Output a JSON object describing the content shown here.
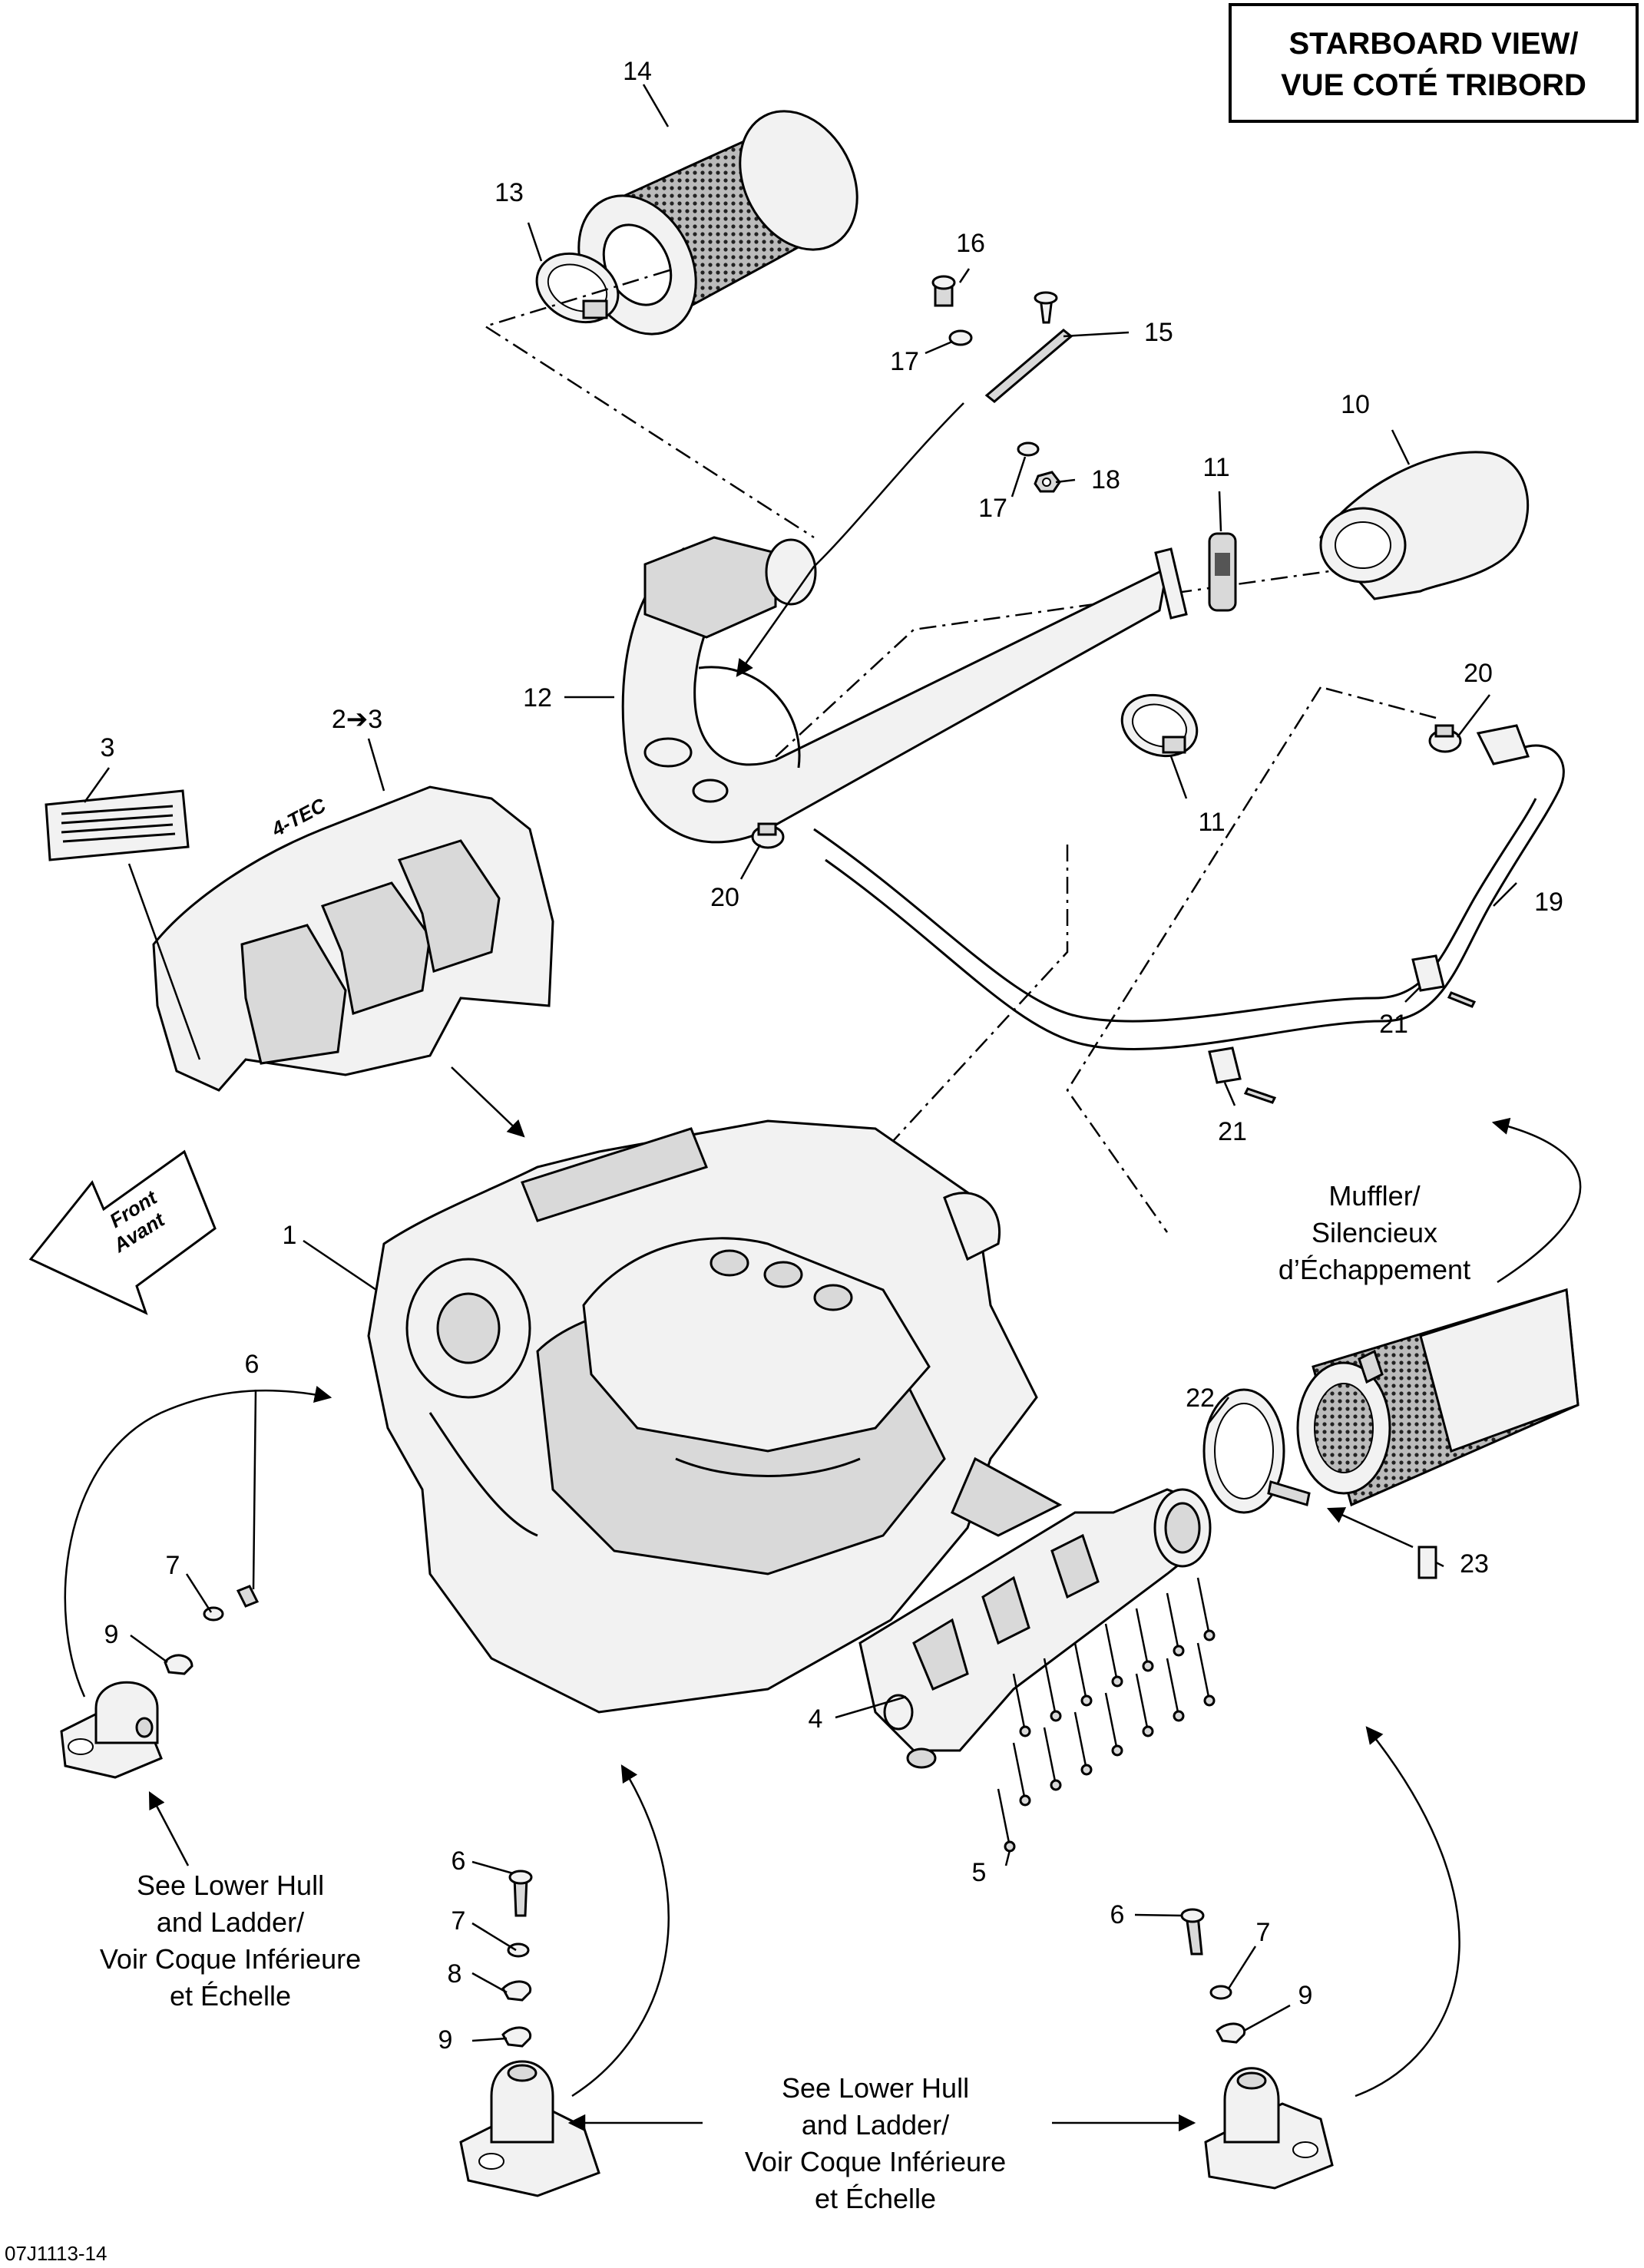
{
  "title_box": {
    "line1": "STARBOARD VIEW/",
    "line2": "VUE COTÉ TRIBORD"
  },
  "drawing_code": "07J1113-14",
  "front_arrow": {
    "line1": "Front",
    "line2": "Avant"
  },
  "callouts": {
    "c1": "1",
    "c2to3": "2➔3",
    "c3": "3",
    "c4": "4",
    "c5": "5",
    "c6a": "6",
    "c6b": "6",
    "c6c": "6",
    "c7a": "7",
    "c7b": "7",
    "c7c": "7",
    "c8": "8",
    "c9a": "9",
    "c9b": "9",
    "c9c": "9",
    "c10": "10",
    "c11a": "11",
    "c11b": "11",
    "c12": "12",
    "c13": "13",
    "c14": "14",
    "c15": "15",
    "c16": "16",
    "c17a": "17",
    "c17b": "17",
    "c18": "18",
    "c19": "19",
    "c20a": "20",
    "c20b": "20",
    "c21a": "21",
    "c21b": "21",
    "c22": "22",
    "c23": "23"
  },
  "notes": {
    "muffler": [
      "Muffler/",
      "Silencieux",
      "d’Échappement"
    ],
    "lower_hull_left": [
      "See Lower Hull",
      "and Ladder/",
      "Voir Coque Inférieure",
      "et Échelle"
    ],
    "lower_hull_bottom": [
      "See Lower Hull",
      "and Ladder/",
      "Voir Coque Inférieure",
      "et Échelle"
    ]
  },
  "cover_text": "4-TEC"
}
